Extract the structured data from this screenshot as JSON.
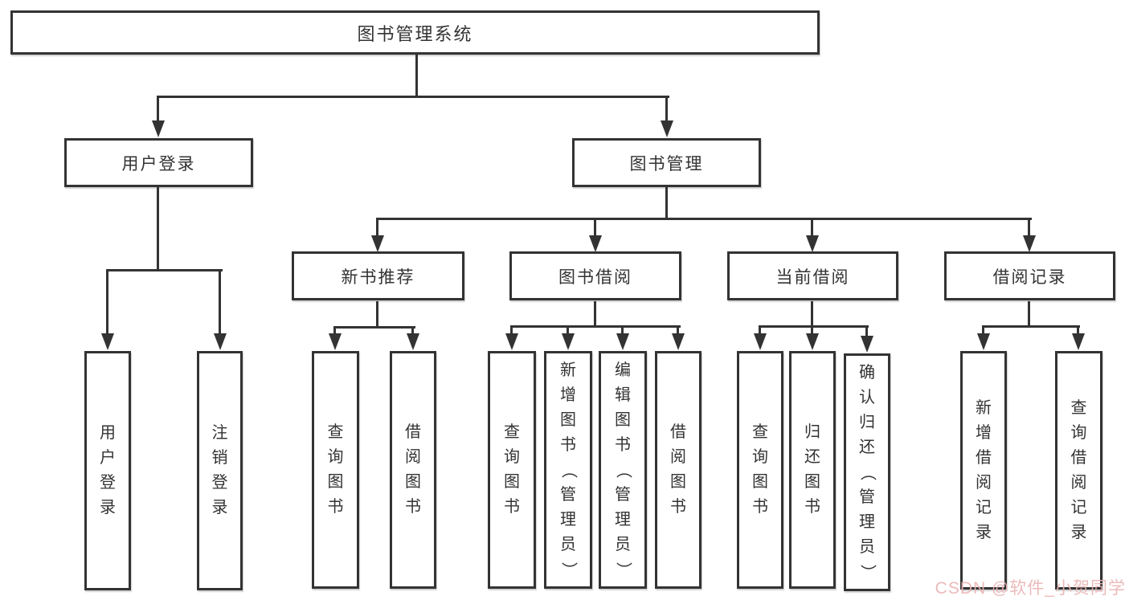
{
  "diagram_title": "图书管理系统",
  "nodes": {
    "root": {
      "label": "图书管理系统"
    },
    "user_login": {
      "label": "用户登录"
    },
    "book_mgmt": {
      "label": "图书管理"
    },
    "new_book_rec": {
      "label": "新书推荐"
    },
    "book_borrow": {
      "label": "图书借阅"
    },
    "current_borrow": {
      "label": "当前借阅"
    },
    "borrow_records": {
      "label": "借阅记录"
    },
    "leaf_user_login": {
      "label": "用户登录"
    },
    "leaf_logout": {
      "label": "注销登录"
    },
    "leaf_nbr_query_book": {
      "label": "查询图书"
    },
    "leaf_nbr_borrow_book": {
      "label": "借阅图书"
    },
    "leaf_bb_query_book": {
      "label": "查询图书"
    },
    "leaf_bb_add_book": {
      "label": "新增图书（管理员）"
    },
    "leaf_bb_edit_book": {
      "label": "编辑图书（管理员）"
    },
    "leaf_bb_borrow_book": {
      "label": "借阅图书"
    },
    "leaf_cb_query_book": {
      "label": "查询图书"
    },
    "leaf_cb_return_book": {
      "label": "归还图书"
    },
    "leaf_cb_confirm_return": {
      "label": "确认归还（管理员）"
    },
    "leaf_br_add_record": {
      "label": "新增借阅记录"
    },
    "leaf_br_query_record": {
      "label": "查询借阅记录"
    }
  },
  "watermark": {
    "text": "CSDN @软件_小贺同学"
  },
  "colors": {
    "line": "#333333",
    "box_background": "#ffffff",
    "text": "#333333",
    "watermark": "#eab2b2"
  }
}
